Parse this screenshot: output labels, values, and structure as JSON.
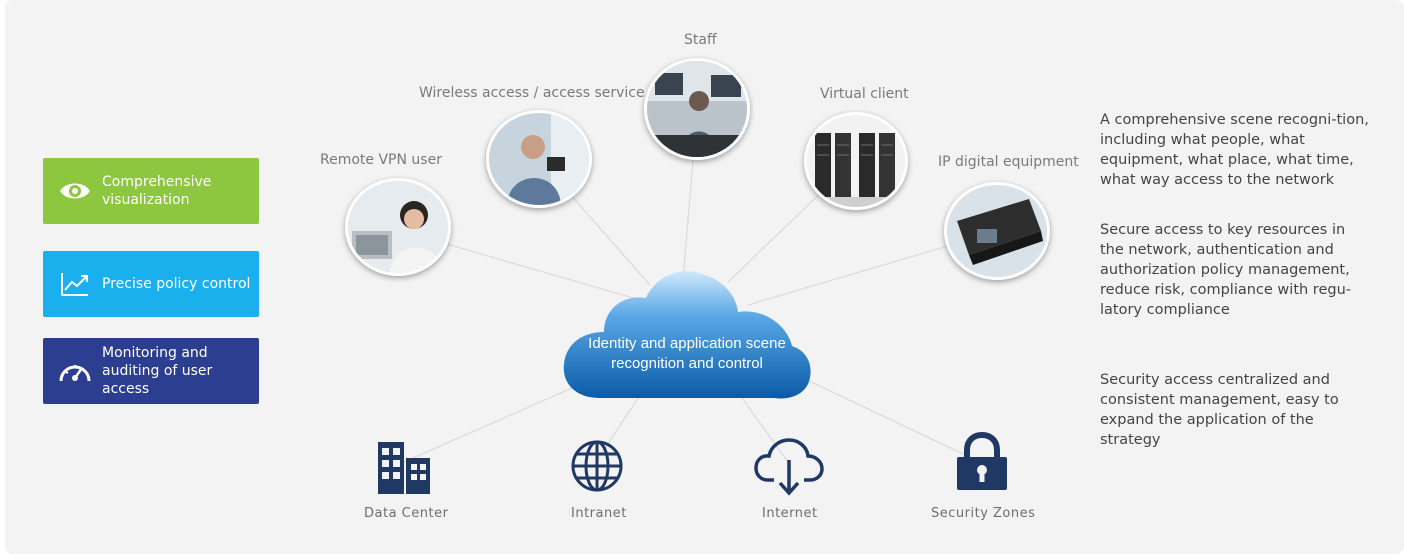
{
  "features": [
    {
      "label": "Comprehensive visualization",
      "icon": "eye-icon",
      "color": "#8dc63f"
    },
    {
      "label": "Precise policy control",
      "icon": "trend-chart-icon",
      "color": "#1ab0ee"
    },
    {
      "label": "Monitoring and auditing of user access",
      "icon": "speedometer-icon",
      "color": "#2c3e8f"
    }
  ],
  "nodes": {
    "staff": "Staff",
    "wireless": "Wireless access / access service",
    "virtual": "Virtual client",
    "vpn": "Remote VPN user",
    "ip": "IP digital equipment"
  },
  "cloud": {
    "line1": "Identity and application scene",
    "line2": "recognition and control"
  },
  "resources": [
    {
      "label": "Data Center",
      "icon": "building-icon"
    },
    {
      "label": "Intranet",
      "icon": "globe-icon"
    },
    {
      "label": "Internet",
      "icon": "cloud-download-icon"
    },
    {
      "label": "Security Zones",
      "icon": "padlock-icon"
    }
  ],
  "descriptions": [
    "A comprehensive scene recogni-tion, including what people, what equipment, what place, what time, what way access to the network",
    "Secure access to key resources in the network, authentication and authorization policy management, reduce risk, compliance with regu-latory compliance",
    "Security access centralized and consistent management, easy to expand the application of the strategy"
  ],
  "colors": {
    "icon_navy": "#1f3864",
    "cloud_top": "#cfe8fb",
    "cloud_bottom": "#0a5ba8"
  }
}
